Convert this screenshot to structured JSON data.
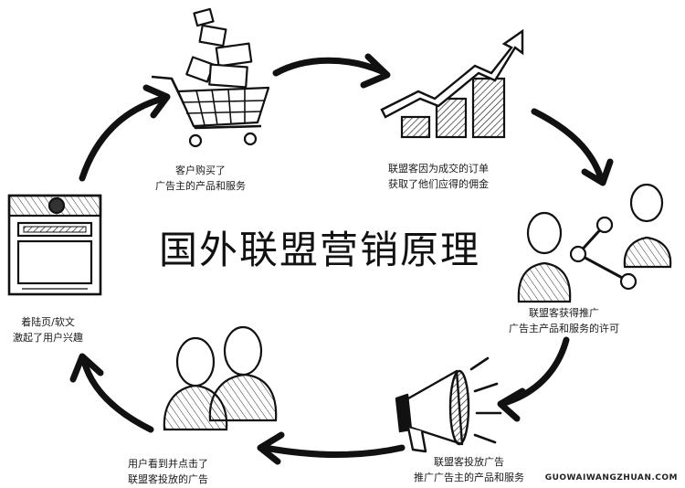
{
  "title": "国外联盟营销原理",
  "steps": [
    {
      "lines": [
        "客户购买了",
        "广告主的产品和服务"
      ]
    },
    {
      "lines": [
        "联盟客因为成交的订单",
        "获取了他们应得的佣金"
      ]
    },
    {
      "lines": [
        "联盟客获得推广",
        "广告主产品和服务的许可"
      ]
    },
    {
      "lines": [
        "联盟客投放广告",
        "推广广告主的产品和服务"
      ]
    },
    {
      "lines": [
        "用户看到并点击了",
        "联盟客投放的广告"
      ]
    },
    {
      "lines": [
        "着陆页/软文",
        "激起了用户兴趣"
      ]
    }
  ],
  "watermark": "GUOWAIWANGZHUAN.COM"
}
